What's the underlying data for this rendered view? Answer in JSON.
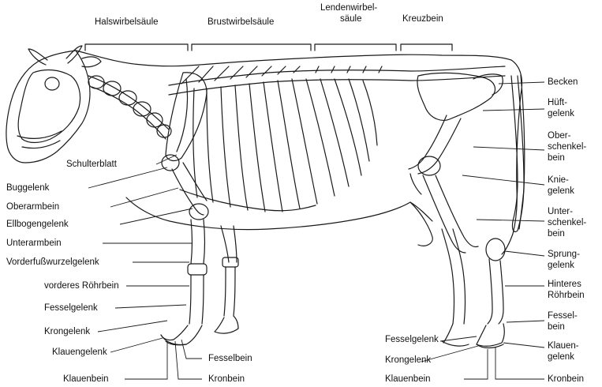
{
  "spine_regions": {
    "neck": "Halswirbelsäule",
    "chest": "Brustwirbelsäule",
    "lumbar_line1": "Lendenwirbel-",
    "lumbar_line2": "säule",
    "sacrum": "Kreuzbein"
  },
  "labels_left": {
    "shoulder_blade": "Schulterblatt",
    "shoulder_joint": "Buggelenk",
    "upper_arm": "Oberarmbein",
    "elbow": "Ellbogengelenk",
    "forearm": "Unterarmbein",
    "carpus": "Vorderfußwurzelgelenk",
    "front_cannon": "vorderes Röhrbein",
    "fetlock": "Fesselgelenk",
    "coronet": "Krongelenk",
    "claw_joint": "Klauengelenk",
    "claw_bone": "Klauenbein",
    "pastern_bone": "Fesselbein",
    "coronet_bone": "Kronbein"
  },
  "labels_right": {
    "pelvis": "Becken",
    "hip_l1": "Hüft-",
    "hip_l2": "gelenk",
    "femur_l1": "Ober-",
    "femur_l2": "schenkel-",
    "femur_l3": "bein",
    "knee_l1": "Knie-",
    "knee_l2": "gelenk",
    "tibia_l1": "Unter-",
    "tibia_l2": "schenkel-",
    "tibia_l3": "bein",
    "hock_l1": "Sprung-",
    "hock_l2": "gelenk",
    "rear_cannon_l1": "Hinteres",
    "rear_cannon_l2": "Röhrbein",
    "pastern_l1": "Fessel-",
    "pastern_l2": "bein",
    "claw_joint_l1": "Klauen-",
    "claw_joint_l2": "gelenk",
    "coronet_bone": "Kronbein"
  },
  "labels_hind_bottom": {
    "fetlock": "Fesselgelenk",
    "coronet": "Krongelenk",
    "claw_bone": "Klauenbein"
  }
}
